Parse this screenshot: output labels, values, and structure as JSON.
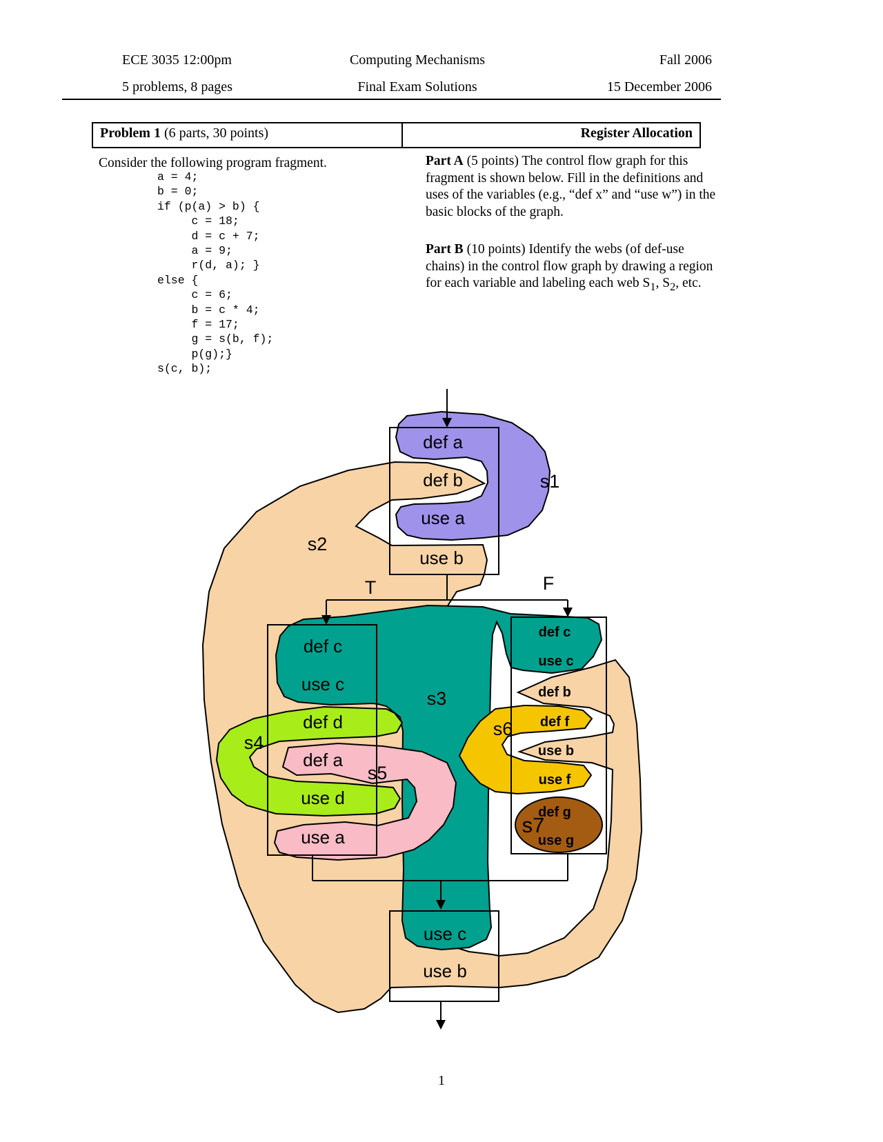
{
  "header": {
    "left1": "ECE 3035 12:00pm",
    "center1": "Computing Mechanisms",
    "right1": "Fall 2006",
    "left2": "5 problems, 8 pages",
    "center2": "Final Exam Solutions",
    "right2": "15 December 2006"
  },
  "problem": {
    "title": "Problem 1",
    "details": " (6 parts, 30 points)",
    "topic": "Register Allocation"
  },
  "left_column": {
    "intro": "Consider the following program fragment.",
    "code_lines": [
      "a = 4;",
      "b = 0;",
      "if (p(a) > b) {",
      "     c = 18;",
      "     d = c + 7;",
      "     a = 9;",
      "     r(d, a); }",
      "else {",
      "     c = 6;",
      "     b = c * 4;",
      "     f = 17;",
      "     g = s(b, f);",
      "     p(g);}",
      "s(c, b);"
    ]
  },
  "right_column": {
    "part_a_label": "Part A",
    "part_a_text": " (5 points) The control flow graph for this fragment is shown below.  Fill in the definitions and uses of the variables (e.g., “def x” and “use w”) in the basic blocks of the graph.",
    "part_b_label": "Part B",
    "part_b_text": " (10 points) Identify the webs (of def-use chains) in the control flow graph by drawing a region for each variable and labeling each web S",
    "part_b_sub1": "1",
    "part_b_mid": ", S",
    "part_b_sub2": "2",
    "part_b_end": ", etc."
  },
  "diagram": {
    "branch_true": "T",
    "branch_false": "F",
    "blocks": {
      "top": [
        "def a",
        "def b",
        "use a",
        "use b"
      ],
      "left": [
        "def c",
        "use c",
        "def d",
        "def a",
        "use d",
        "use a"
      ],
      "right": [
        "def c",
        "use c",
        "def b",
        "def f",
        "use b",
        "use f",
        "def g",
        "use g"
      ],
      "bottom": [
        "use c",
        "use b"
      ]
    },
    "webs": {
      "s1": "s1",
      "s2": "s2",
      "s3": "s3",
      "s4": "s4",
      "s5": "s5",
      "s6": "s6",
      "s7": "s7"
    },
    "colors": {
      "s1_purple": "#9F92EA",
      "s2_tan": "#F7D3A5",
      "s3_teal": "#00A18E",
      "s4_green": "#A8EC1A",
      "s5_pink": "#F9BBC6",
      "s6_gold": "#F5C500",
      "s7_brown": "#A45C12"
    }
  },
  "footer": {
    "page_number": "1"
  }
}
